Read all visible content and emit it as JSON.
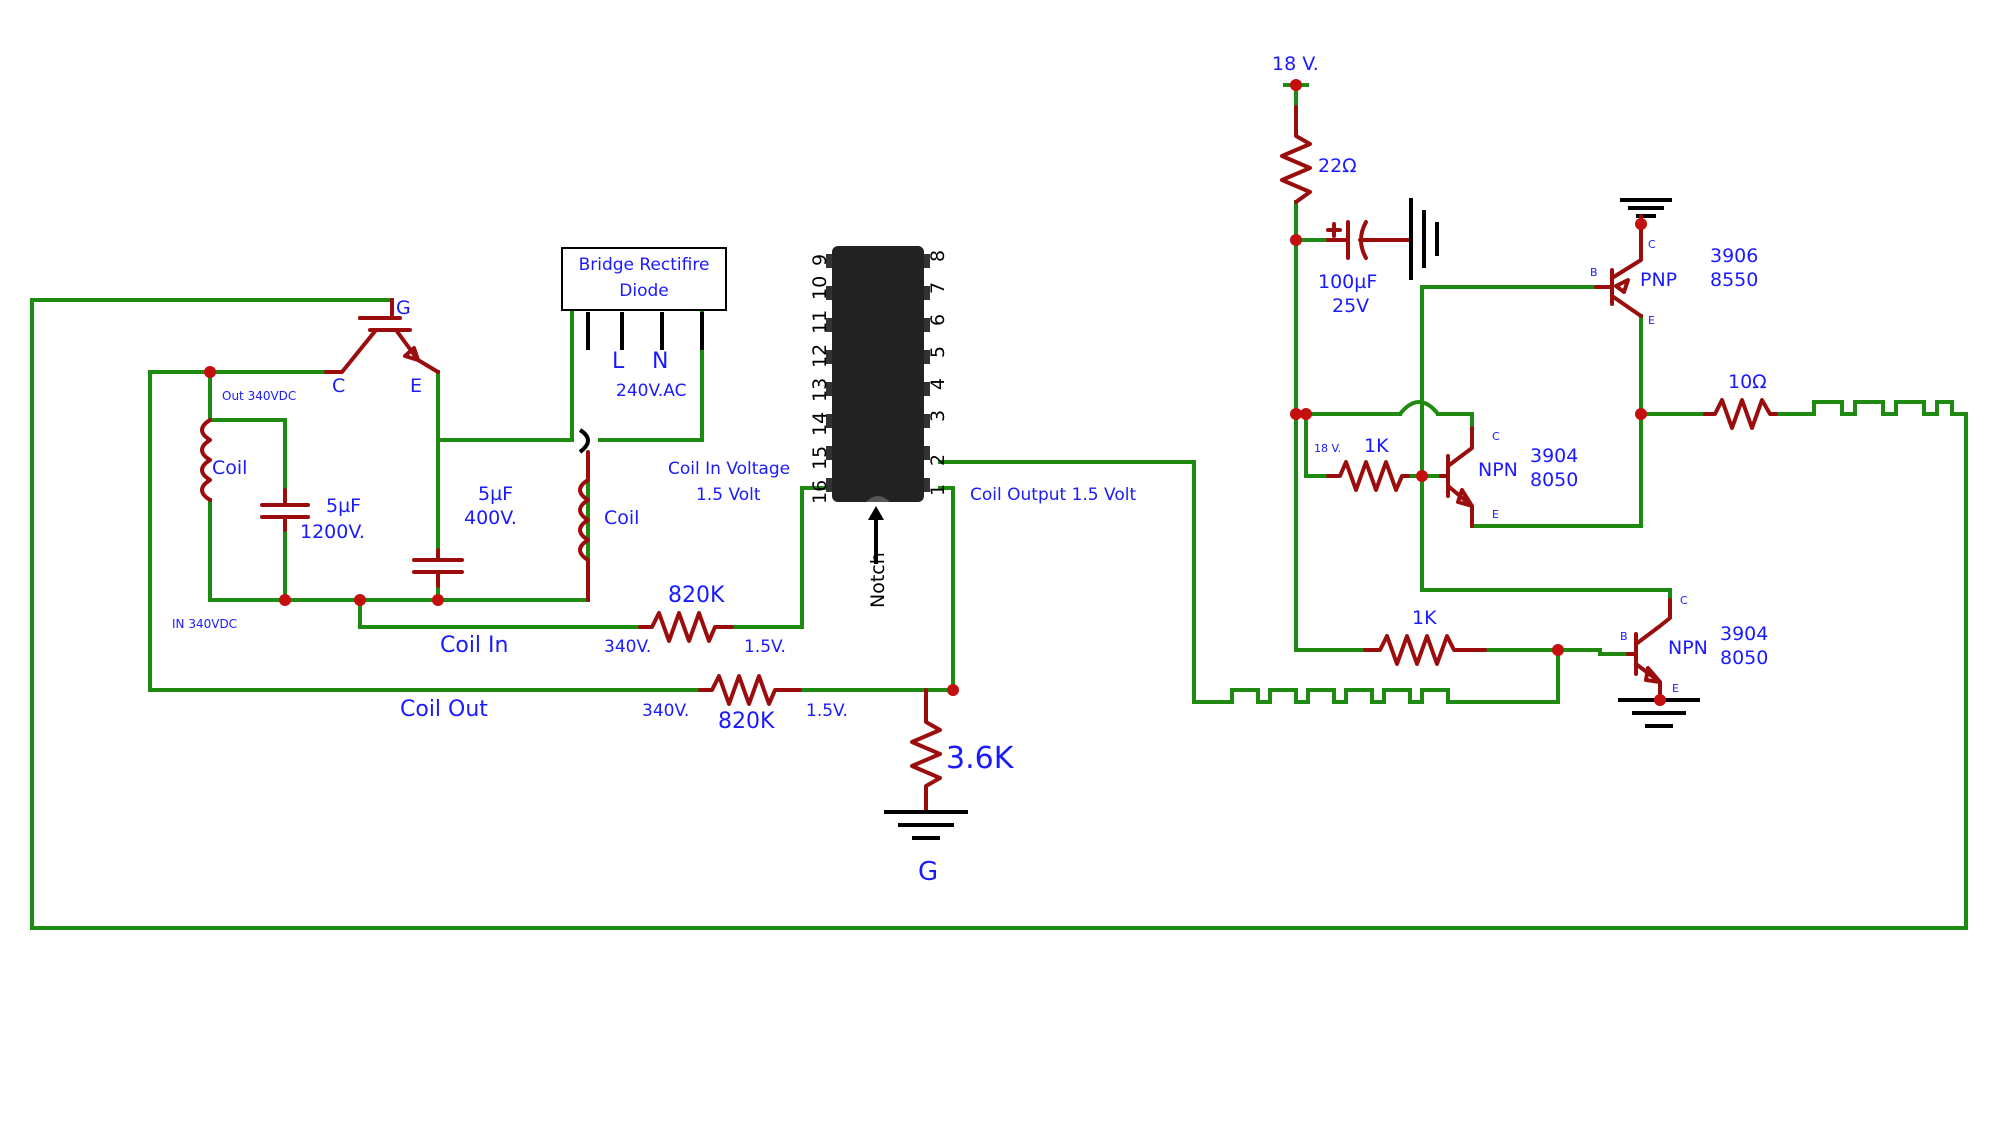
{
  "labels": {
    "v18": "18 V.",
    "r22": "22Ω",
    "c100_v": "100µF",
    "c100_rating": "25V",
    "q_pnp_type": "PNP",
    "q_pnp_code1": "3906",
    "q_pnp_code2": "8550",
    "r10": "10Ω",
    "v18_small": "18 V.",
    "r1k_top": "1K",
    "q_npn1_type": "NPN",
    "q_npn1_code1": "3904",
    "q_npn1_code2": "8050",
    "r1k_bottom": "1K",
    "q_npn2_type": "NPN",
    "q_npn2_code1": "3904",
    "q_npn2_code2": "8050",
    "pin_c": "C",
    "pin_b": "B",
    "pin_e": "E",
    "igbt_g": "G",
    "igbt_c": "C",
    "igbt_e": "E",
    "out_340": "Out 340VDC",
    "in_340": "IN 340VDC",
    "coil_left": "Coil",
    "cap1_v": "5µF",
    "cap1_rating": "1200V.",
    "cap2_v": "5µF",
    "cap2_rating": "400V.",
    "coil_mid": "Coil",
    "bridge_line1": "Bridge Rectifire",
    "bridge_line2": "Diode",
    "bridge_l": "L",
    "bridge_n": "N",
    "bridge_ac": "240V.AC",
    "coil_in_voltage_1": "Coil In Voltage",
    "coil_in_voltage_2": "1.5 Volt",
    "coil_output": "Coil Output 1.5 Volt",
    "notch": "Notch",
    "r820_top": "820K",
    "r820_top_left": "340V.",
    "r820_top_right": "1.5V.",
    "coil_in": "Coil In",
    "coil_out": "Coil Out",
    "r820_bot": "820K",
    "r820_bot_left": "340V.",
    "r820_bot_right": "1.5V.",
    "r36k": "3.6K",
    "ground_g": "G"
  },
  "ic": {
    "left_pins": [
      "9",
      "10",
      "11",
      "12",
      "13",
      "14",
      "15",
      "16"
    ],
    "right_pins": [
      "8",
      "7",
      "6",
      "5",
      "4",
      "3",
      "2",
      "1"
    ]
  }
}
